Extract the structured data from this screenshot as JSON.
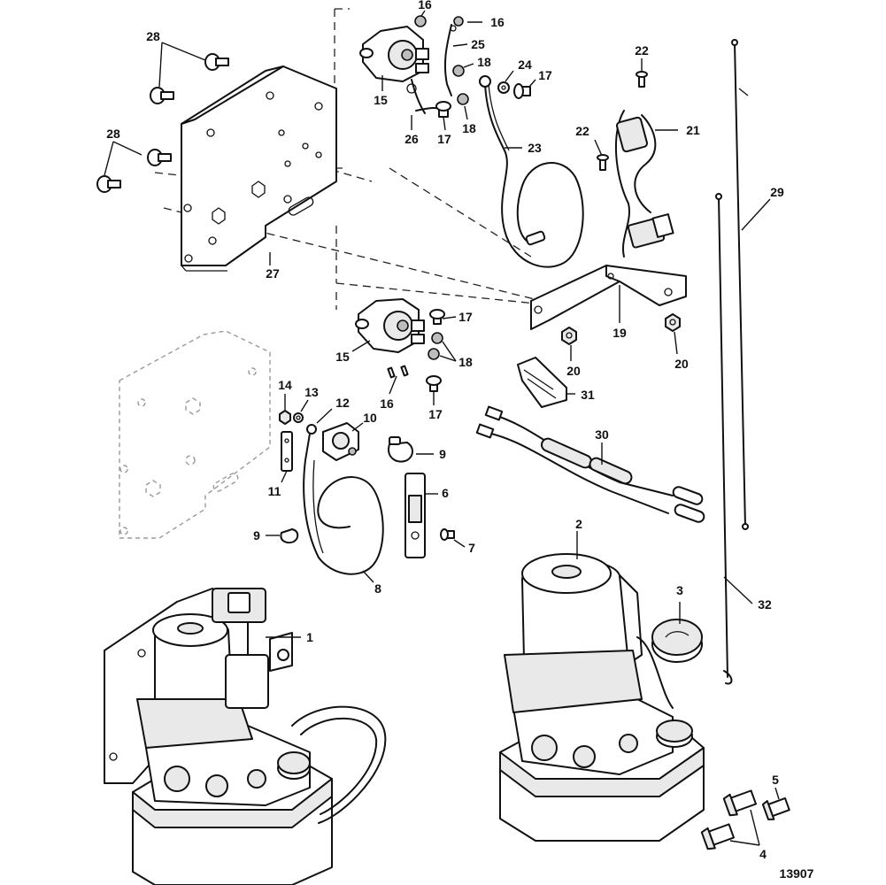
{
  "figure_number": "13907",
  "callouts": {
    "c1": "1",
    "c2": "2",
    "c3": "3",
    "c4": "4",
    "c5": "5",
    "c6": "6",
    "c7": "7",
    "c8": "8",
    "c9a": "9",
    "c9b": "9",
    "c10": "10",
    "c11": "11",
    "c12": "12",
    "c13": "13",
    "c14": "14",
    "c15a": "15",
    "c15b": "15",
    "c16a": "16",
    "c16b": "16",
    "c16c": "16",
    "c17a": "17",
    "c17b": "17",
    "c17c": "17",
    "c17d": "17",
    "c18a": "18",
    "c18b": "18",
    "c18c": "18",
    "c19": "19",
    "c20a": "20",
    "c20b": "20",
    "c21": "21",
    "c22a": "22",
    "c22b": "22",
    "c23": "23",
    "c24": "24",
    "c25": "25",
    "c26": "26",
    "c27": "27",
    "c28a": "28",
    "c28b": "28",
    "c29": "29",
    "c30": "30",
    "c31": "31",
    "c32": "32"
  },
  "colors": {
    "ink": "#111111",
    "ghost_outline": "#9a9a9a",
    "shade": "#e9e9e9"
  }
}
